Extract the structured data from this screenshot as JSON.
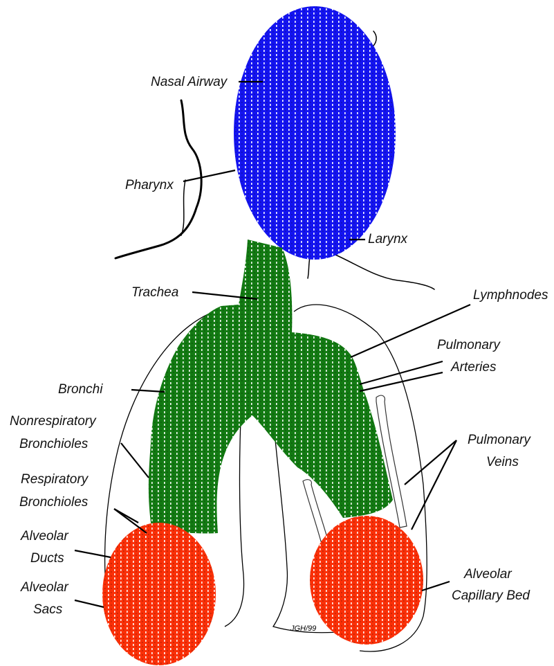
{
  "colors": {
    "upper_airway": "#1414f0",
    "conducting_airways": "#137a13",
    "alveolar_region": "#fa3008",
    "stipple": "#ffffff",
    "lines": "#000000"
  },
  "labels": {
    "nasal_airway": "Nasal Airway",
    "pharynx": "Pharynx",
    "larynx": "Larynx",
    "trachea": "Trachea",
    "lymphnodes": "Lymphnodes",
    "pulmonary_arteries": [
      "Pulmonary",
      "Arteries"
    ],
    "bronchi": "Bronchi",
    "nonrespiratory_bronchioles": [
      "Nonrespiratory",
      "Bronchioles"
    ],
    "respiratory_bronchioles": [
      "Respiratory",
      "Bronchioles"
    ],
    "pulmonary_veins": [
      "Pulmonary",
      "Veins"
    ],
    "alveolar_ducts": [
      "Alveolar",
      "Ducts"
    ],
    "alveolar_sacs": [
      "Alveolar",
      "Sacs"
    ],
    "alveolar_capillary_bed": [
      "Alveolar",
      "Capillary Bed"
    ]
  },
  "signature": "JGH/99"
}
